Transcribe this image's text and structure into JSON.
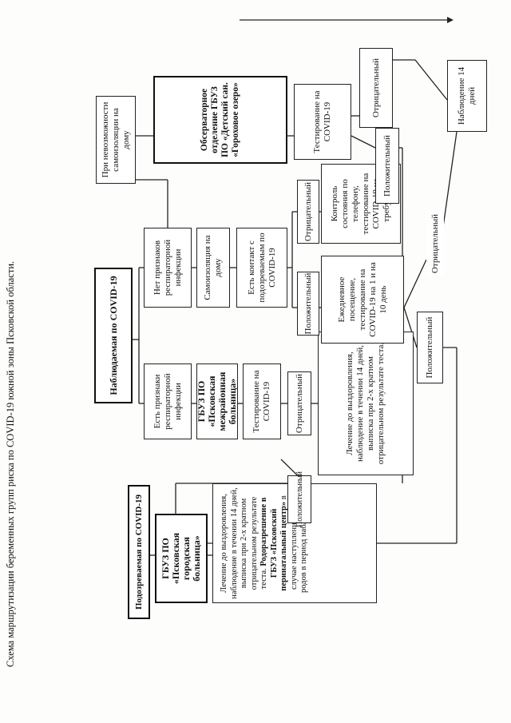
{
  "title": "Схема маршрутизации беременных групп риска по COVID-19 южной зоны Псковской области.",
  "nodes": {
    "suspected": "Подозреваемая по COVID-19",
    "city_hospital": "ГБУЗ ПО «Псковская городская больница»",
    "city_treatment_pre": "Лечение до выздоровления, наблюдение в течении 14 дней, выписка при 2-х кратном отрицательном результате теста. ",
    "city_treatment_bold": "Родоразрешение в ГБУЗ «Псковский перинатальный центр»",
    "city_treatment_post": " в случае наступления срока родов в период наблюдения",
    "observed": "Наблюдаемая по COVID-19",
    "resp_yes": "Есть признаки респираторной инфекции",
    "resp_no": "Нет признаков респираторной инфекции",
    "interdistrict": "ГБУЗ ПО «Псковская межрайонная больница»",
    "self_isolation": "Самоизоляция на дому",
    "no_isolation": "При невозможности самоизоляции на дому",
    "observatory": "Обсерваторное отделение ГБУЗ ПО «Детский сан. «Гороховое озеро»",
    "test1": "Тестирование на COVID-19",
    "contact": "Есть контакт с подозреваемым по COVID-19",
    "test2": "Тестирование на COVID-19",
    "neg1": "Отрицательный",
    "pos1": "Положительный",
    "treatment2": "Лечение до выздоровления, наблюдение в течении 14 дней, выписка при 2-х кратном отрицательном результате теста.",
    "contact_neg": "Отрицательный",
    "contact_pos": "Положительный",
    "phone_control": "Контроль состояния по телефону, тестирование на COVID-19 не требуется",
    "daily_visit": "Ежедневное посещение, тестирование на COVID-19 на 1 и на 10 день",
    "neg_obs": "Отрицательный",
    "pos_obs": "Положительный",
    "neg_daily": "Отрицательный",
    "pos_daily": "Положительный",
    "observation14": "Наблюдение 14 дней"
  }
}
